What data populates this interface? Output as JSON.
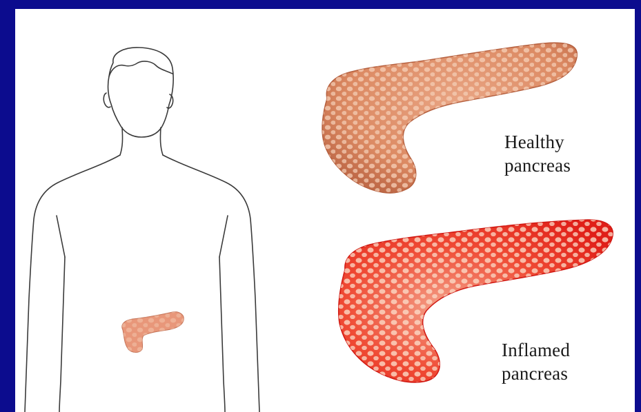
{
  "figure": {
    "healthy_label": {
      "line1": "Healthy",
      "line2": "pancreas"
    },
    "inflamed_label": {
      "line1": "Inflamed",
      "line2": "pancreas"
    }
  },
  "colors": {
    "frame": "#0c0c8e",
    "panel": "#ffffff",
    "outline": "#3a3a3a",
    "healthy_fill": "#e0906a",
    "healthy_lobule": "#f2c3a6",
    "inflamed_fill": "#e82a22",
    "inflamed_lobule": "#f6c9b4",
    "small_pancreas_fill": "#e8977a"
  },
  "icons": {
    "body": "human-torso-outline",
    "organ": "pancreas-illustration"
  }
}
